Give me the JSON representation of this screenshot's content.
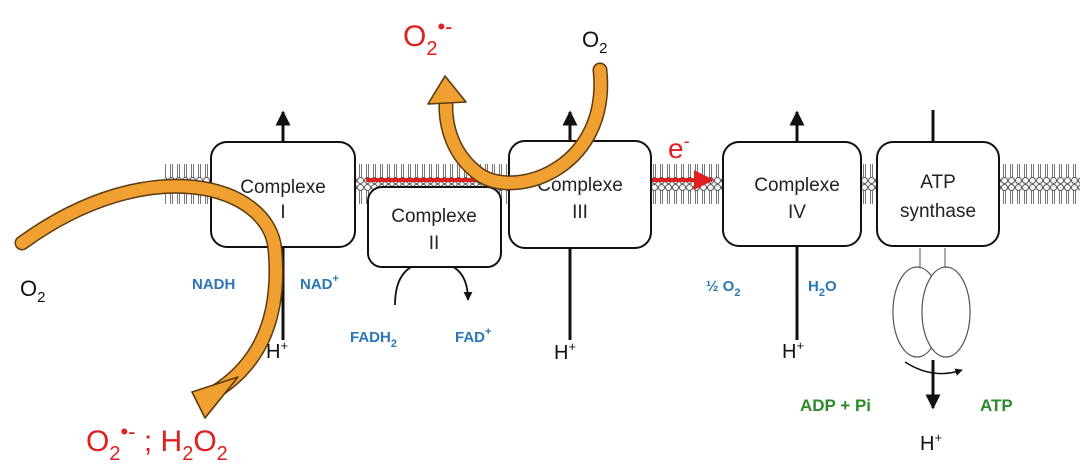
{
  "complexes": [
    {
      "line1": "Complexe",
      "line2": "I"
    },
    {
      "line1": "Complexe",
      "line2": "II"
    },
    {
      "line1": "Complexe",
      "line2": "III"
    },
    {
      "line1": "Complexe",
      "line2": "IV"
    },
    {
      "line1": "ATP",
      "line2": "synthase"
    }
  ],
  "labels": {
    "nadh": "NADH",
    "nad": "NAD",
    "nad_sup": "+",
    "fadh": "FADH",
    "fadh_sub": "2",
    "fad": "FAD",
    "fad_sup": "+",
    "half_o2_main": "½ O",
    "half_o2_sub": "2",
    "h2o_h": "H",
    "h2o_sub": "2",
    "h2o_o": "O",
    "adp_pi": "ADP + Pi",
    "atp": "ATP",
    "h": "H",
    "h_sup": "+",
    "electron": "e",
    "electron_sup": "-",
    "o": "O",
    "o_sub": "2",
    "superoxide_sup": "•-",
    "ros_sep": " ; ",
    "h2o2_h": "H",
    "h2o2_sub": "2",
    "h2o2_o": "O",
    "h2o2_sub2": "2"
  },
  "colors": {
    "orange_arrow": "#f0a030",
    "electron_arrow": "#e02020",
    "nadh_text": "#2a77b8",
    "atp_text": "#2c8a2c",
    "ros_text": "#e02020"
  }
}
